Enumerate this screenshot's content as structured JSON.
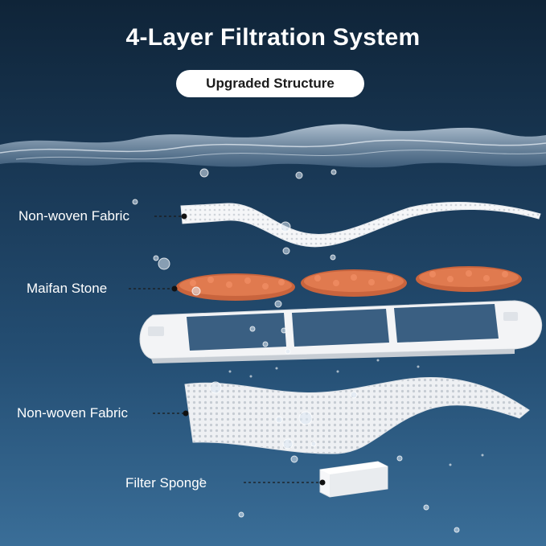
{
  "header": {
    "title": "4-Layer Filtration System",
    "badge": "Upgraded Structure"
  },
  "layers": [
    {
      "label": "Non-woven Fabric",
      "icon": "fabric-sheet-icon"
    },
    {
      "label": "Maifan Stone",
      "icon": "stone-granules-icon"
    },
    {
      "label": "Non-woven Fabric",
      "icon": "fabric-sheet-icon"
    },
    {
      "label": "Filter Sponge",
      "icon": "sponge-block-icon"
    }
  ],
  "colors": {
    "background_top": "#0f2438",
    "background_bottom": "#3a6e98",
    "stone": "#e07a4f",
    "fabric": "#f4f5f7",
    "text": "#ffffff"
  }
}
